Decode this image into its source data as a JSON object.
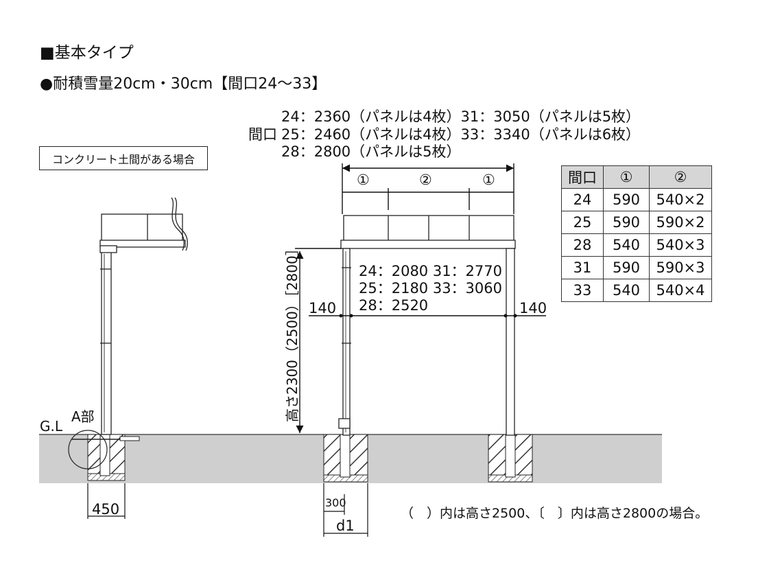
{
  "header": {
    "title": "■基本タイプ",
    "subtitle": "●耐積雪量20cm・30cm【間口24～33】"
  },
  "left_view": {
    "label": "コンクリート土間がある場合",
    "gl": "G.L",
    "a_part": "A部",
    "width": "450"
  },
  "frontage": {
    "label": "間口",
    "lines": [
      "24：2360（パネルは4枚）31：3050（パネルは5枚）",
      "25：2460（パネルは4枚）33：3340（パネルは6枚）",
      "28：2800（パネルは5枚）"
    ],
    "segments": [
      "①",
      "②",
      "①"
    ]
  },
  "inner_dims": {
    "lines": [
      "24：2080 31：2770",
      "25：2180 33：3060",
      "28：2520"
    ],
    "left_offset": "140",
    "right_offset": "140"
  },
  "height_label": "高さ2300（2500）［2800］",
  "footing": {
    "width": "300",
    "depth": "d1"
  },
  "note": "（　）内は高さ2500、〔　〕内は高さ2800の場合。",
  "table": {
    "headers": [
      "間口",
      "①",
      "②"
    ],
    "rows": [
      [
        "24",
        "590",
        "540×2"
      ],
      [
        "25",
        "590",
        "590×2"
      ],
      [
        "28",
        "540",
        "540×3"
      ],
      [
        "31",
        "590",
        "590×3"
      ],
      [
        "33",
        "540",
        "540×4"
      ]
    ]
  }
}
